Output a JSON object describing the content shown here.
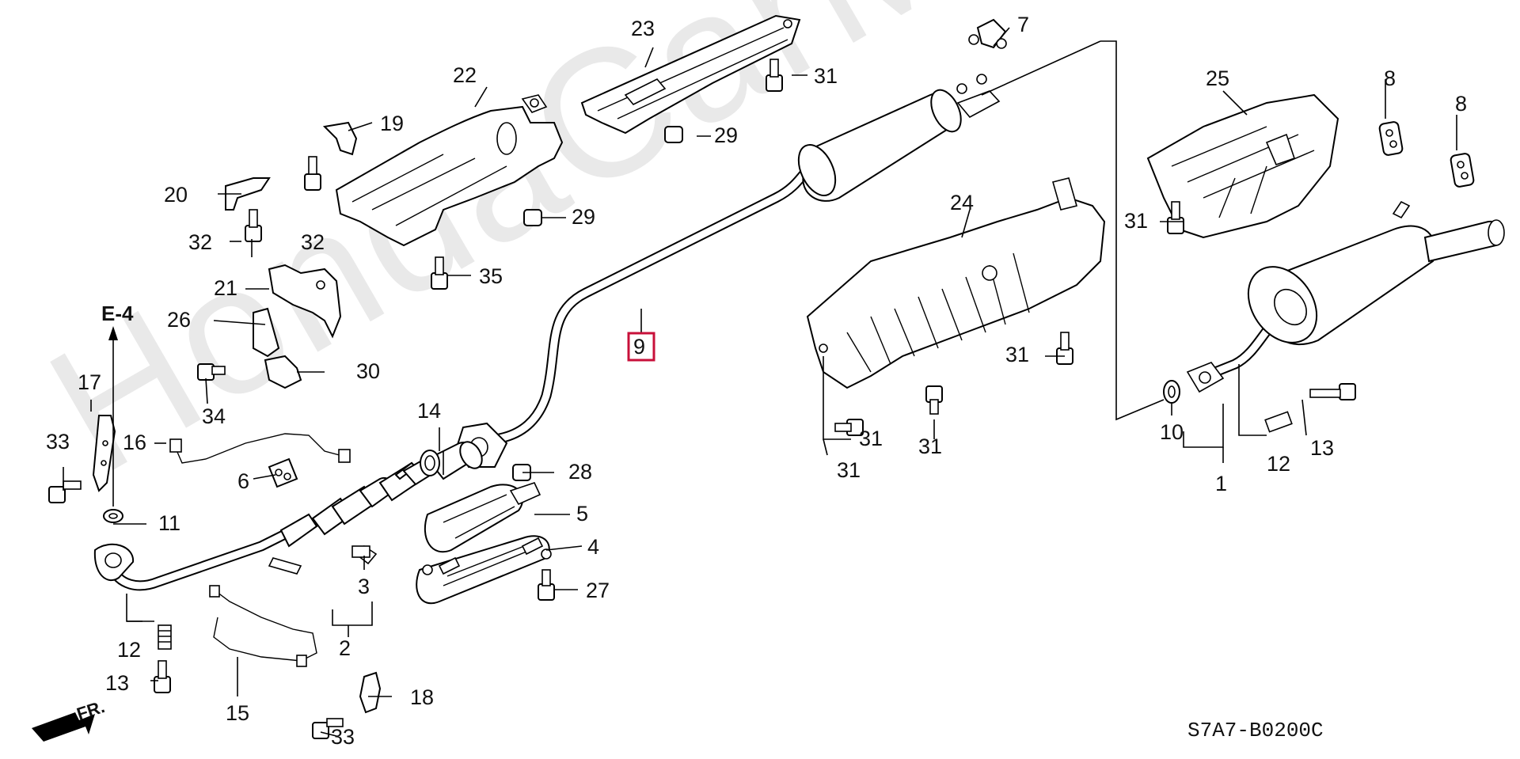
{
  "watermark": "HondaCarMini.ru",
  "diagram_code": "S7A7-B0200C",
  "section_ref": "E-4",
  "front_marker": "FR.",
  "highlighted_part": "9",
  "callouts": [
    "1",
    "2",
    "3",
    "4",
    "5",
    "6",
    "7",
    "8",
    "8",
    "9",
    "10",
    "11",
    "12",
    "12",
    "13",
    "13",
    "14",
    "15",
    "16",
    "17",
    "18",
    "19",
    "20",
    "21",
    "22",
    "23",
    "24",
    "25",
    "26",
    "27",
    "28",
    "29",
    "29",
    "30",
    "31",
    "31",
    "31",
    "31",
    "31",
    "31",
    "32",
    "32",
    "33",
    "33",
    "34",
    "35"
  ]
}
